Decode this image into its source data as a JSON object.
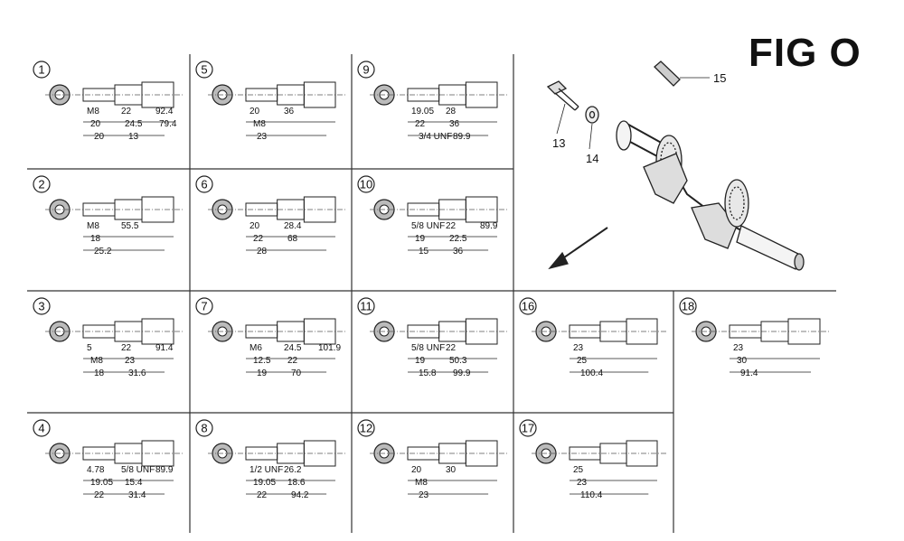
{
  "title": "FIG O",
  "cells": [
    {
      "num": "1",
      "labels": [
        "M8",
        "20",
        "20",
        "22",
        "24.5",
        "13",
        "92.4",
        "79.4"
      ]
    },
    {
      "num": "5",
      "labels": [
        "20",
        "M8",
        "23",
        "36"
      ]
    },
    {
      "num": "9",
      "labels": [
        "19.05",
        "22",
        "3/4 UNF",
        "28",
        "36",
        "89.9"
      ]
    },
    {
      "num": "2",
      "labels": [
        "M8",
        "18",
        "25.2",
        "55.5"
      ]
    },
    {
      "num": "6",
      "labels": [
        "20",
        "22",
        "28",
        "28.4",
        "68"
      ]
    },
    {
      "num": "10",
      "labels": [
        "5/8 UNF",
        "19",
        "15",
        "22",
        "22.5",
        "36",
        "89.9"
      ]
    },
    {
      "num": "3",
      "labels": [
        "5",
        "M8",
        "18",
        "22",
        "23",
        "31.6",
        "91.4"
      ]
    },
    {
      "num": "7",
      "labels": [
        "M6",
        "12.5",
        "19",
        "24.5",
        "22",
        "70",
        "101.9"
      ]
    },
    {
      "num": "11",
      "labels": [
        "5/8 UNF",
        "19",
        "15.8",
        "22",
        "50.3",
        "99.9"
      ]
    },
    {
      "num": "16",
      "labels": [
        "23",
        "25",
        "100.4"
      ]
    },
    {
      "num": "18",
      "labels": [
        "23",
        "30",
        "91.4"
      ]
    },
    {
      "num": "4",
      "labels": [
        "4.78",
        "19.05",
        "22",
        "5/8 UNF",
        "15.4",
        "31.4",
        "89.9"
      ]
    },
    {
      "num": "8",
      "labels": [
        "1/2 UNF",
        "19.05",
        "22",
        "26.2",
        "18.6",
        "94.2"
      ]
    },
    {
      "num": "12",
      "labels": [
        "20",
        "M8",
        "23",
        "30"
      ]
    },
    {
      "num": "17",
      "labels": [
        "25",
        "23",
        "110.4"
      ]
    }
  ],
  "parts": [
    {
      "num": "13"
    },
    {
      "num": "14"
    },
    {
      "num": "15"
    }
  ]
}
